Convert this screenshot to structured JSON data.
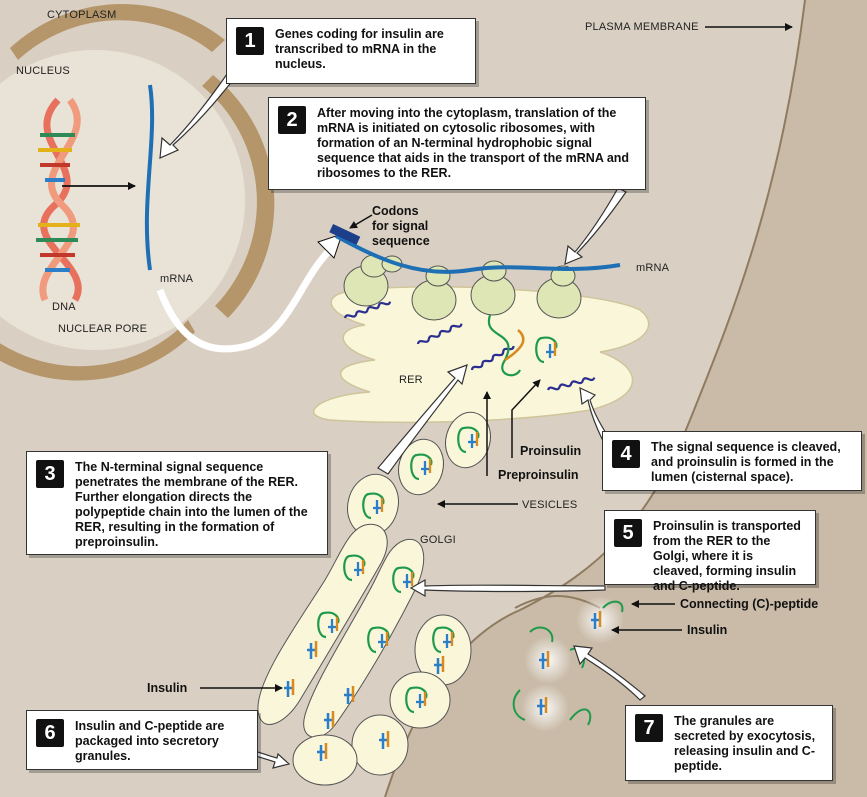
{
  "labels": {
    "cytoplasm": "CYTOPLASM",
    "nucleus": "NUCLEUS",
    "plasma_membrane": "PLASMA MEMBRANE",
    "dna": "DNA",
    "mrna_nucleus": "mRNA",
    "nuclear_pore": "NUCLEAR PORE",
    "codons": "Codons\nfor signal\nsequence",
    "mrna_ribosomes": "mRNA",
    "rer": "RER",
    "proinsulin": "Proinsulin",
    "preproinsulin": "Preproinsulin",
    "vesicles": "VESICLES",
    "golgi": "GOLGI",
    "connecting_peptide": "Connecting (C)-peptide",
    "insulin_right": "Insulin",
    "insulin_left": "Insulin"
  },
  "steps": [
    {
      "number": "1",
      "text": "Genes coding for insulin are transcribed to mRNA in the nucleus."
    },
    {
      "number": "2",
      "text": "After moving into the cytoplasm, translation of the mRNA is initiated on cytosolic ribosomes, with formation of an N-terminal hydrophobic signal sequence that aids in the transport of the mRNA and ribosomes to the RER."
    },
    {
      "number": "3",
      "text": "The N-terminal signal sequence penetrates the membrane of the RER. Further elongation directs the polypeptide chain into the lumen of the RER, resulting in the formation of preproinsulin."
    },
    {
      "number": "4",
      "text": "The signal sequence is cleaved, and proinsulin is formed in the lumen (cisternal space)."
    },
    {
      "number": "5",
      "text": "Proinsulin is transported from the RER to the Golgi, where it is cleaved, forming insulin and C-peptide."
    },
    {
      "number": "6",
      "text": "Insulin and C-peptide are packaged into secretory granules."
    },
    {
      "number": "7",
      "text": "The granules are secreted by exocytosis, releasing insulin and C-peptide."
    }
  ],
  "colors": {
    "cytoplasm": "#d9d0c3",
    "extracellular": "#c9bba8",
    "membrane": "#b5966b",
    "nucleus": "#e9e2d6",
    "ribosome": "#dde6b4",
    "rer": "#f9f6da",
    "mrna": "#1f6fb5",
    "signal": "#2b2f8f",
    "proinsulin_chain": "#1e9a4a",
    "insulin_blue": "#2b7fc9",
    "insulin_orange": "#d98a1e"
  }
}
